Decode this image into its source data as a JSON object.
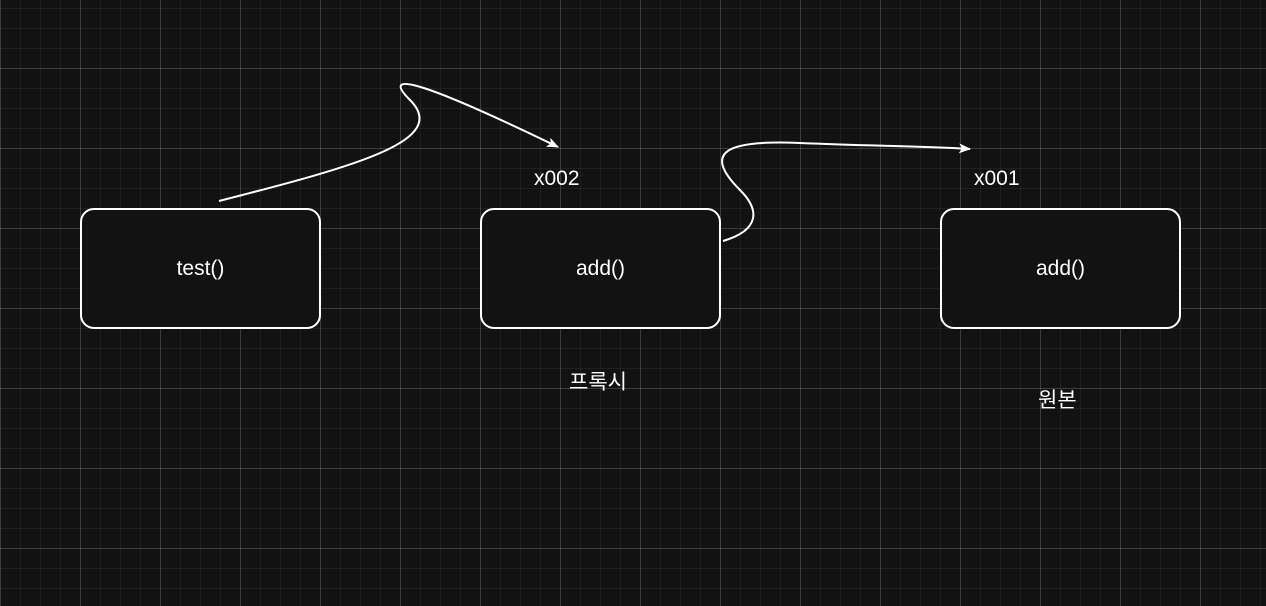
{
  "nodes": {
    "test": {
      "label": "test()"
    },
    "proxy": {
      "label": "add()"
    },
    "original": {
      "label": "add()"
    }
  },
  "labels": {
    "proxy_address": "x002",
    "original_address": "x001",
    "proxy_caption": "프록시",
    "original_caption": "원본"
  },
  "colors": {
    "background": "#121212",
    "stroke": "#ffffff"
  }
}
